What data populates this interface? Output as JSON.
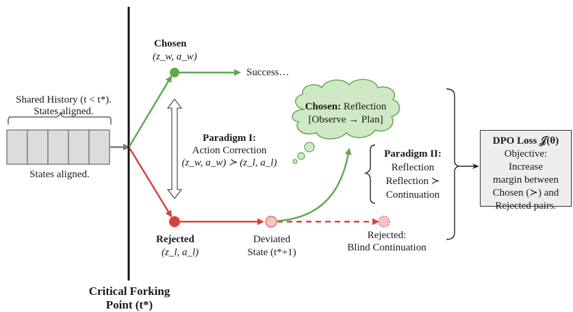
{
  "colors": {
    "chosen": "#5fa84f",
    "rejected": "#d8413f",
    "rejected_light": "#f4c5c3",
    "cloud_fill": "#cfe9c4",
    "history_fill": "#dcdcdc",
    "box_fill": "#eeeeee"
  },
  "history": {
    "title": "Shared History (t < t*).",
    "subtitle": "States aligned.",
    "bottom_label": "States aligned.",
    "cells": 5
  },
  "fork": {
    "label_line1": "Critical Forking",
    "label_line2": "Point (t*)"
  },
  "chosen_node": {
    "title": "Chosen",
    "pair": "(z_w, a_w)",
    "outcome": "Success…"
  },
  "rejected_node": {
    "title": "Rejected",
    "pair": "(z_l, a_l)"
  },
  "paradigm1": {
    "title": "Paradigm I:",
    "line1": "Action Correction",
    "relation": "(z_w, a_w) ≻ (z_l, a_l)"
  },
  "deviated": {
    "line1": "Deviated",
    "line2": "State (t*+1)"
  },
  "reflection_cloud": {
    "title": "Chosen:",
    "title_rest": " Reflection",
    "line2": "[Observe → Plan]"
  },
  "blind": {
    "line1": "Rejected:",
    "line2": "Blind Continuation"
  },
  "paradigm2": {
    "title": "Paradigm II:",
    "line1": "Reflection",
    "line2": "Reflection ≻",
    "line3": "Continuation"
  },
  "dpo": {
    "title": "DPO Loss 𝒥(θ)",
    "line1": "Objective:",
    "line2": "Increase",
    "line3": "margin between",
    "line4": "Chosen (≻) and",
    "line5": "Rejected pairs."
  }
}
